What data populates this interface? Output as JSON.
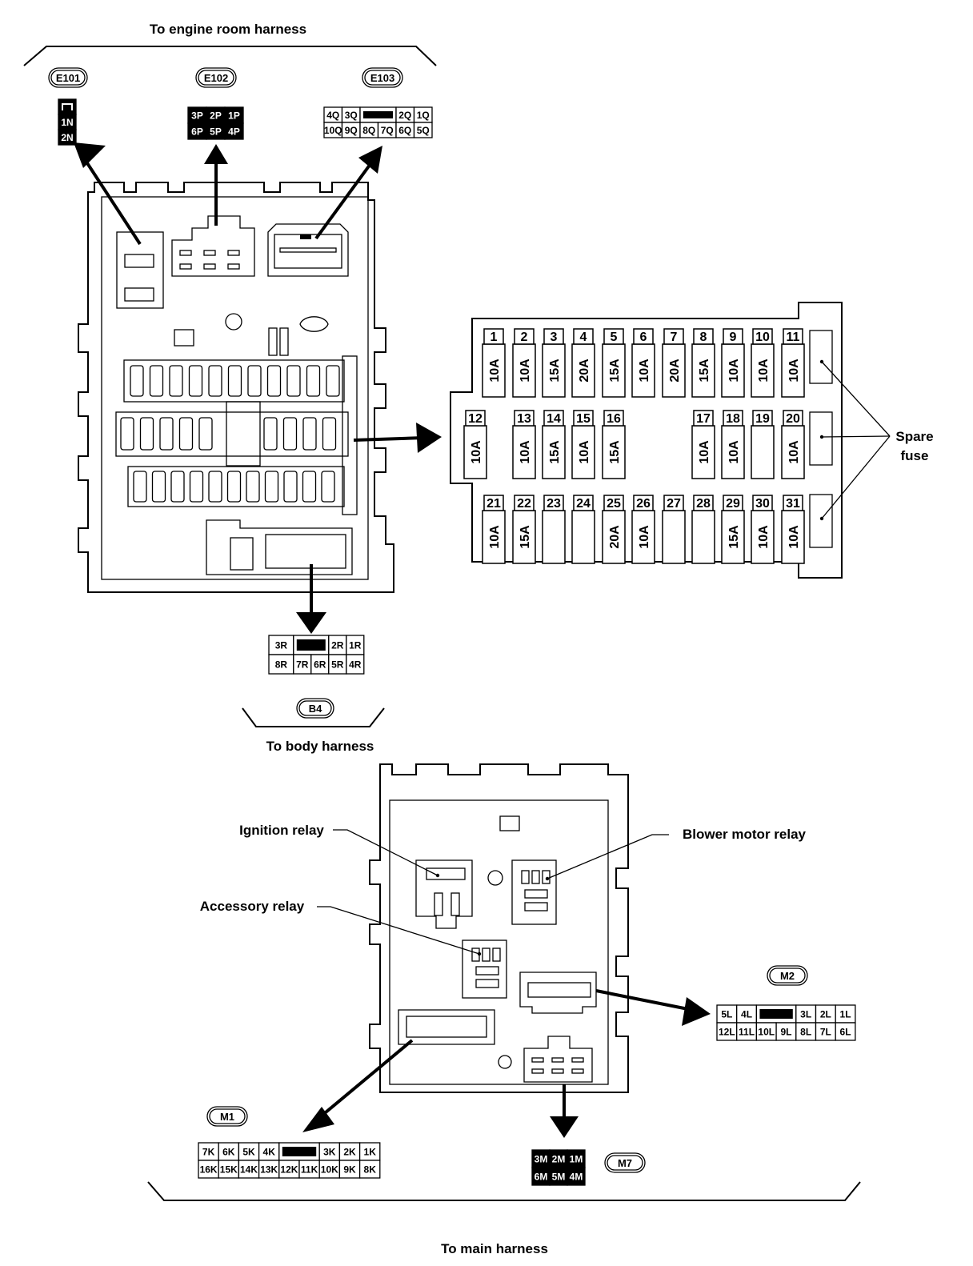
{
  "labels": {
    "engine_room": "To engine room harness",
    "body": "To body harness",
    "main": "To main harness",
    "spare_line1": "Spare",
    "spare_line2": "fuse",
    "ignition_relay": "Ignition relay",
    "blower_relay": "Blower motor relay",
    "accessory_relay": "Accessory relay"
  },
  "connectors": {
    "E101": {
      "name": "E101",
      "rows": [
        [
          "■"
        ],
        [
          "1N"
        ],
        [
          "2N"
        ]
      ]
    },
    "E102": {
      "name": "E102",
      "rows": [
        [
          "3P",
          "2P",
          "1P"
        ],
        [
          "6P",
          "5P",
          "4P"
        ]
      ]
    },
    "E103": {
      "name": "E103",
      "rows": [
        [
          "4Q",
          "3Q",
          "■",
          "2Q",
          "1Q"
        ],
        [
          "10Q",
          "9Q",
          "8Q",
          "7Q",
          "6Q",
          "5Q"
        ]
      ]
    },
    "B4": {
      "name": "B4",
      "rows": [
        [
          "3R",
          "■",
          "2R",
          "1R"
        ],
        [
          "8R",
          "7R",
          "6R",
          "5R",
          "4R"
        ]
      ]
    },
    "M1": {
      "name": "M1",
      "rows": [
        [
          "7K",
          "6K",
          "5K",
          "4K",
          "■",
          "3K",
          "2K",
          "1K"
        ],
        [
          "16K",
          "15K",
          "14K",
          "13K",
          "12K",
          "11K",
          "10K",
          "9K",
          "8K"
        ]
      ]
    },
    "M2": {
      "name": "M2",
      "rows": [
        [
          "5L",
          "4L",
          "■",
          "3L",
          "2L",
          "1L"
        ],
        [
          "12L",
          "11L",
          "10L",
          "9L",
          "8L",
          "7L",
          "6L"
        ]
      ]
    },
    "M7": {
      "name": "M7",
      "rows": [
        [
          "3M",
          "2M",
          "1M"
        ],
        [
          "6M",
          "5M",
          "4M"
        ]
      ]
    }
  },
  "fuses": [
    {
      "n": "1",
      "a": "10A"
    },
    {
      "n": "2",
      "a": "10A"
    },
    {
      "n": "3",
      "a": "15A"
    },
    {
      "n": "4",
      "a": "20A"
    },
    {
      "n": "5",
      "a": "15A"
    },
    {
      "n": "6",
      "a": "10A"
    },
    {
      "n": "7",
      "a": "20A"
    },
    {
      "n": "8",
      "a": "15A"
    },
    {
      "n": "9",
      "a": "10A"
    },
    {
      "n": "10",
      "a": "10A"
    },
    {
      "n": "11",
      "a": "10A"
    },
    {
      "n": "12",
      "a": "10A"
    },
    {
      "n": "13",
      "a": "10A"
    },
    {
      "n": "14",
      "a": "15A"
    },
    {
      "n": "15",
      "a": "10A"
    },
    {
      "n": "16",
      "a": "15A"
    },
    {
      "n": "17",
      "a": "10A"
    },
    {
      "n": "18",
      "a": "10A"
    },
    {
      "n": "19",
      "a": ""
    },
    {
      "n": "20",
      "a": "10A"
    },
    {
      "n": "21",
      "a": "10A"
    },
    {
      "n": "22",
      "a": "15A"
    },
    {
      "n": "23",
      "a": ""
    },
    {
      "n": "24",
      "a": ""
    },
    {
      "n": "25",
      "a": "20A"
    },
    {
      "n": "26",
      "a": "10A"
    },
    {
      "n": "27",
      "a": ""
    },
    {
      "n": "28",
      "a": ""
    },
    {
      "n": "29",
      "a": "15A"
    },
    {
      "n": "30",
      "a": "10A"
    },
    {
      "n": "31",
      "a": "10A"
    }
  ]
}
